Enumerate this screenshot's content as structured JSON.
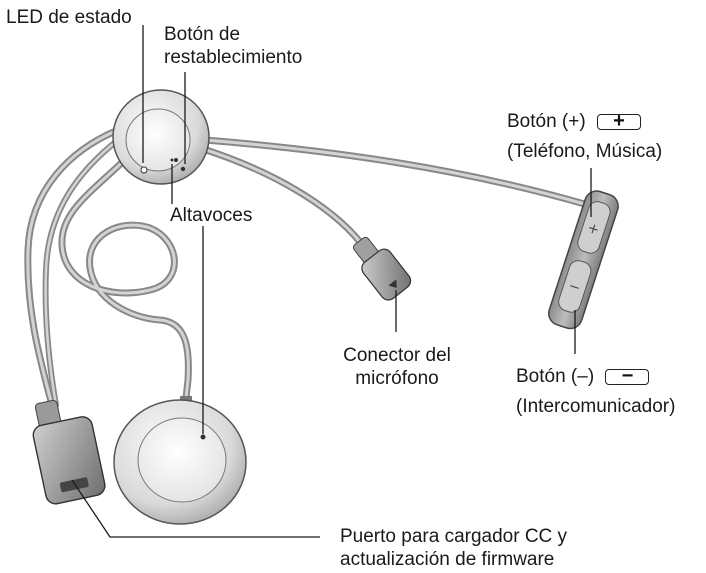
{
  "labels": {
    "led": "LED de estado",
    "reset_line1": "Botón de",
    "reset_line2": "restablecimiento",
    "speakers": "Altavoces",
    "plus_line1": "Botón (+)",
    "plus_line2": "(Teléfono, Música)",
    "mic_line1": "Conector del",
    "mic_line2": "micrófono",
    "minus_line1": "Botón (–)",
    "minus_line2": "(Intercomunicador)",
    "port_line1": "Puerto para cargador CC y",
    "port_line2": "actualización de firmware"
  },
  "icons": {
    "plus_key": "+",
    "minus_key": "−"
  },
  "colors": {
    "line": "#1a1a1a",
    "cable": "#9a9a9a",
    "cable_light": "#cfcfcf",
    "device_light": "#f2f2f2",
    "device_mid": "#d6d6d6",
    "device_dark": "#a8a8a8"
  }
}
